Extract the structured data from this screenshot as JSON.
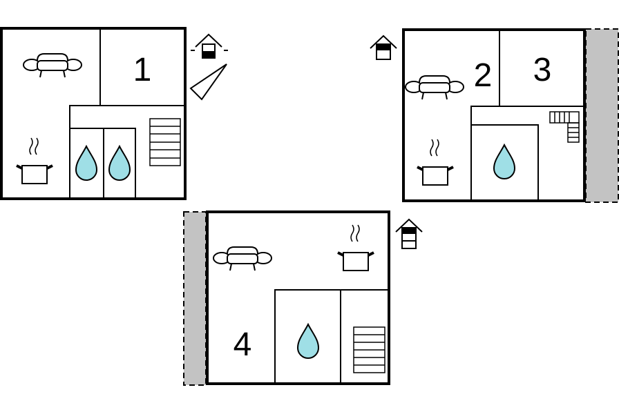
{
  "floors": [
    {
      "id": "floor-1",
      "label": "1"
    },
    {
      "id": "floor-2-3",
      "labels": [
        "2",
        "3"
      ]
    },
    {
      "id": "floor-4",
      "label": "4"
    }
  ],
  "colors": {
    "water": "#9fdfe6",
    "terrace": "#c3c3c3",
    "wall": "#000000",
    "background": "#ffffff"
  },
  "icons": [
    "sofa-icon",
    "cooking-pot-icon",
    "water-drop-icon",
    "staircase-icon",
    "house-level-icon",
    "compass-icon"
  ]
}
